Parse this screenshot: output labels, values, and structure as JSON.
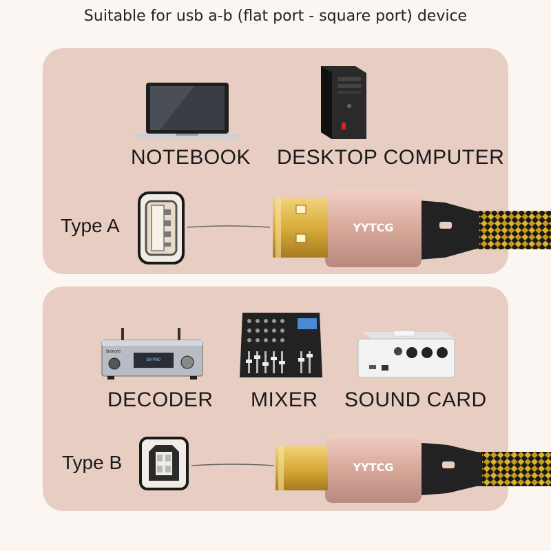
{
  "header": {
    "title": "Suitable for usb a-b (flat port - square port) device"
  },
  "top_section": {
    "devices": [
      {
        "label": "NOTEBOOK",
        "icon": "laptop-icon"
      },
      {
        "label": "DESKTOP COMPUTER",
        "icon": "desktop-tower-icon"
      }
    ],
    "connector": {
      "type_label": "Type A",
      "brand": "YYTCG",
      "port_icon": "usb-a-port-icon",
      "plug_icon": "usb-a-plug-icon"
    }
  },
  "bottom_section": {
    "devices": [
      {
        "label": "DECODER",
        "icon": "decoder-icon",
        "brand_text": "booye",
        "model_text": "BY-P80"
      },
      {
        "label": "MIXER",
        "icon": "mixer-icon"
      },
      {
        "label": "SOUND CARD",
        "icon": "sound-card-icon"
      }
    ],
    "connector": {
      "type_label": "Type B",
      "brand": "YYTCG",
      "port_icon": "usb-b-port-icon",
      "plug_icon": "usb-b-plug-icon"
    }
  },
  "colors": {
    "panel": "#e8cdc3",
    "background": "#fbf6f2",
    "gold": "#d9ac3a",
    "housing": "#d8a89a",
    "braid_yellow": "#d9b42a",
    "braid_black": "#1a1a1a"
  }
}
